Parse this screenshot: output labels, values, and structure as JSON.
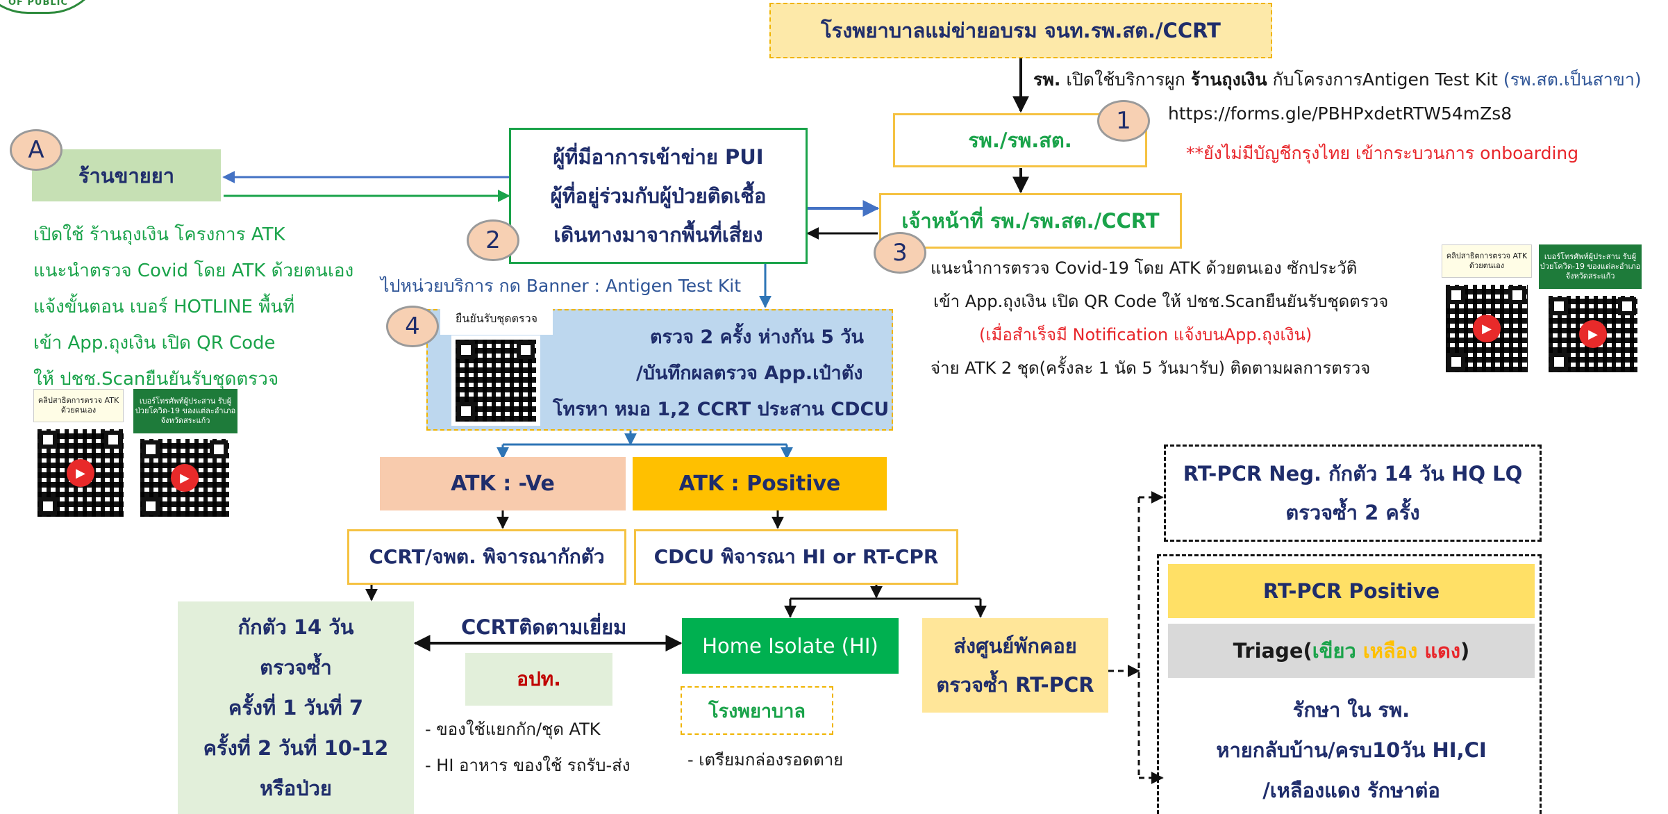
{
  "logo": {
    "text": "OF PUBLIC"
  },
  "top_box": "โรงพยาบาลแม่ข่ายอบรม จนท.รพ.สต./CCRT",
  "top_note": {
    "p1": "รพ.",
    "p2": " เปิดใช้บริการผูก ",
    "p3": "ร้านถุงเงิน",
    "p4": " กับโครงการAntigen Test Kit ",
    "p5": "(รพ.สต.เป็นสาขา)"
  },
  "form_url": "https://forms.gle/PBHPxdetRTW54mZs8",
  "onboarding_note": "**ยังไม่มีบัญชีกรุงไทย เข้ากระบวนการ onboarding",
  "callouts": {
    "a": "A",
    "one": "1",
    "two": "2",
    "three": "3",
    "four": "4"
  },
  "pharmacy": {
    "title": "ร้านขายยา",
    "lines": [
      "เปิดใช้ ร้านถุงเงิน โครงการ ATK",
      "แนะนำตรวจ Covid โดย ATK ด้วยตนเอง",
      "แจ้งขั้นตอน เบอร์ HOTLINE พื้นที่",
      "เข้า App.ถุงเงิน เปิด QR Code",
      "ให้ ปชช.Scanยืนยันรับชุดตรวจ"
    ]
  },
  "pui_box": {
    "lines": [
      "ผู้ที่มีอาการเข้าข่าย PUI",
      "ผู้ที่อยู่ร่วมกับผู้ป่วยติดเชื้อ",
      "เดินทางมาจากพื้นที่เสี่ยง"
    ]
  },
  "hospital_box": "รพ./รพ.สต.",
  "staff_box": "เจ้าหน้าที่ รพ./รพ.สต./CCRT",
  "staff_notes": {
    "l1": "แนะนำการตรวจ Covid-19 โดย ATK ด้วยตนเอง ซักประวัติ",
    "l2": "เข้า App.ถุงเงิน เปิด QR Code ให้ ปชช.Scanยืนยันรับชุดตรวจ",
    "l3": "(เมื่อสำเร็จมี Notification แจ้งบนApp.ถุงเงิน)",
    "l4": "จ่าย ATK 2 ชุด(ครั้งละ 1 นัด 5 วันมารับ) ติดตามผลการตรวจ"
  },
  "banner_text": "ไปหน่วยบริการ กด Banner : Antigen Test Kit",
  "test_box": {
    "tag": "ยืนยันรับชุดตรวจ",
    "l1": "ตรวจ 2 ครั้ง ห่างกัน 5 วัน",
    "l2": "/บันทึกผลตรวจ App.เป๋าตัง",
    "l3": "โทรหา หมอ 1,2 CCRT ประสาน CDCU"
  },
  "qr_cards": {
    "clip_label": "คลิปสาธิตการตรวจ ATK ด้วยตนเอง",
    "phone_label": "เบอร์โทรศัพท์ผู้ประสาน รับผู้ป่วยโควิด-19 ของแต่ละอำเภอ จังหวัดสระแก้ว",
    "play_icon": "play-icon"
  },
  "atk_neg": "ATK : -Ve",
  "atk_pos": "ATK : Positive",
  "ccrt_box": "CCRT/จพต. พิจารณากักตัว",
  "cdcu_box": "CDCU พิจารณา HI or RT-CPR",
  "quarantine": {
    "lines": [
      "กักตัว 14 วัน",
      "ตรวจซ้ำ",
      "ครั้งที่ 1 วันที่ 7",
      "ครั้งที่ 2 วันที่ 10-12",
      "หรือป่วย"
    ]
  },
  "follow_label": "CCRTติดตามเยี่ยม",
  "local_box": "อปท.",
  "local_notes": [
    "- ของใช้แยกกัก/ชุด ATK",
    "- HI อาหาร ของใช้ รถรับ-ส่ง"
  ],
  "home_isolate": "Home Isolate (HI)",
  "hospital_label": "โรงพยาบาล",
  "hospital_note": "- เตรียมกล่องรอดตาย",
  "center_box": {
    "l1": "ส่งศูนย์พักคอย",
    "l2": "ตรวจซ้ำ RT-PCR"
  },
  "rtpcr_neg": {
    "l1": "RT-PCR Neg. กักตัว 14 วัน HQ LQ",
    "l2": "ตรวจซ้ำ 2 ครั้ง"
  },
  "rtpcr_pos": "RT-PCR Positive",
  "triage": {
    "pre": "Triage(",
    "green": "เขียว",
    "yellow": " เหลือง ",
    "red": "แดง",
    "post": ")"
  },
  "treat": {
    "l1": "รักษา ใน รพ.",
    "l2": "หายกลับบ้าน/ครบ10วัน HI,CI",
    "l3": "/เหลืองแดง รักษาต่อ"
  },
  "colors": {
    "title_fill": "#fde9a9",
    "title_border": "#f0b400",
    "pharmacy_fill": "#c6e0b4",
    "pui_border": "#1aa34a",
    "hospital_border": "#f5c242",
    "test_fill": "#bdd7ee",
    "neg_fill": "#f8cbad",
    "pos_fill": "#ffc000",
    "quarantine_fill": "#e2efda",
    "hi_fill": "#00b050",
    "center_fill": "#ffe699",
    "triage_fill": "#d9d9d9"
  }
}
